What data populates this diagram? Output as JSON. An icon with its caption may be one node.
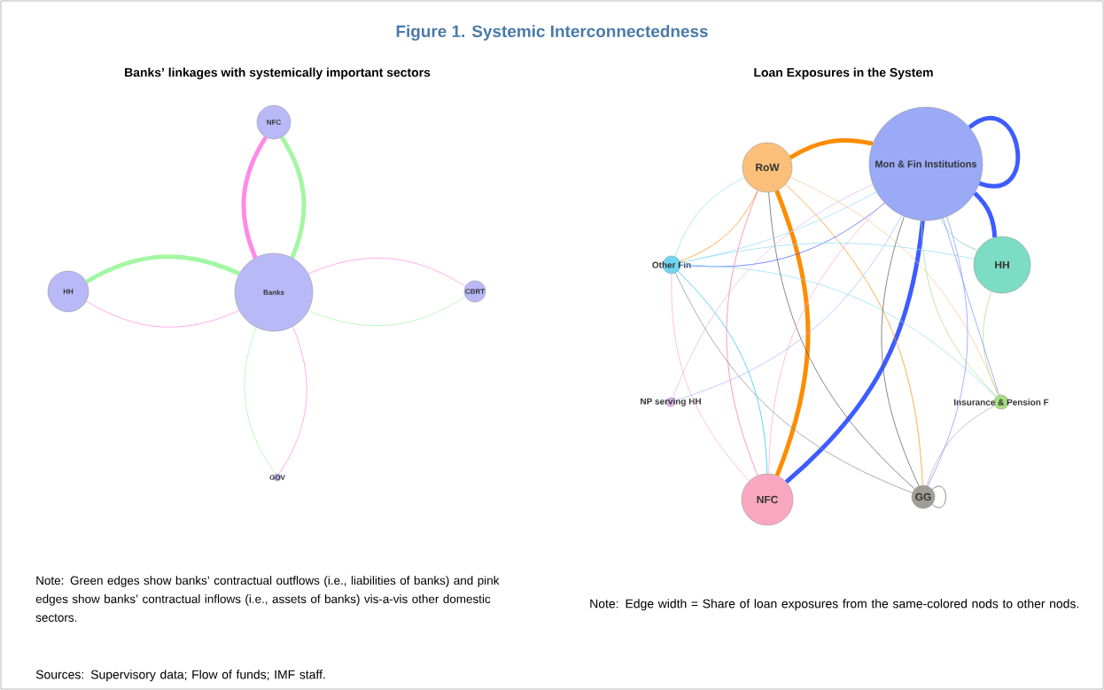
{
  "diagram": {
    "title": "Figure 1. Systemic Interconnectedness",
    "nodes": [
      {
        "text": [
          "NFC"
        ]
      },
      {
        "text": [
          "HH"
        ]
      },
      {
        "text": [
          "Banks"
        ]
      },
      {
        "text": [
          "CBRT"
        ]
      },
      {
        "text": [
          "GOV"
        ]
      },
      {
        "text": [
          "RoW"
        ]
      },
      {
        "text": [
          "Mon & Fin Institutions"
        ]
      },
      {
        "text": [
          "Other Fin"
        ]
      },
      {
        "text": [
          "HH"
        ]
      },
      {
        "text": [
          "NP serving HH"
        ]
      },
      {
        "text": [
          "Insurance & Pension F"
        ]
      },
      {
        "text": [
          "NFC"
        ]
      },
      {
        "text": [
          "GG"
        ]
      }
    ],
    "edges": [
      {
        "from": 2,
        "to": 0,
        "arrow": "none",
        "style": "thick",
        "color": "#ff8ae6"
      },
      {
        "from": 0,
        "to": 2,
        "arrow": "none",
        "style": "thick",
        "color": "#a3f7a3"
      },
      {
        "from": 1,
        "to": 2,
        "arrow": "none",
        "style": "thick",
        "color": "#a3f7a3"
      },
      {
        "from": 2,
        "to": 1,
        "arrow": "none",
        "color": "#ff8ae6"
      },
      {
        "from": 2,
        "to": 3,
        "arrow": "none",
        "color": "#ff8ae6"
      },
      {
        "from": 3,
        "to": 2,
        "arrow": "none",
        "color": "#a3f7a3"
      },
      {
        "from": 4,
        "to": 2,
        "arrow": "none",
        "color": "#a3f7a3"
      },
      {
        "from": 2,
        "to": 4,
        "arrow": "none",
        "color": "#ff8ae6"
      },
      {
        "from": 6,
        "to": 11,
        "arrow": "none",
        "style": "thick",
        "color": "#3d5cff"
      },
      {
        "from": 6,
        "to": 6,
        "arrow": "none",
        "style": "thick",
        "color": "#3d5cff"
      },
      {
        "from": 6,
        "to": 8,
        "arrow": "none",
        "style": "thick",
        "color": "#3d5cff"
      },
      {
        "from": 5,
        "to": 11,
        "arrow": "none",
        "style": "thick",
        "color": "#ff8c00"
      },
      {
        "from": 5,
        "to": 6,
        "arrow": "none",
        "style": "thick",
        "color": "#ff8c00"
      },
      {
        "from": 5,
        "to": 12,
        "arrow": "none",
        "color": "#ff8c00"
      },
      {
        "from": 6,
        "to": 7,
        "arrow": "none",
        "color": "#3d5cff"
      },
      {
        "from": 5,
        "to": 7,
        "arrow": "none",
        "color": "#ff8c00"
      },
      {
        "from": 7,
        "to": 11,
        "arrow": "none",
        "color": "#1fbff0"
      },
      {
        "from": 7,
        "to": 6,
        "arrow": "none",
        "color": "#8fdcf5"
      },
      {
        "from": 7,
        "to": 8,
        "arrow": "none",
        "color": "#8fdcf5"
      },
      {
        "from": 7,
        "to": 10,
        "arrow": "none",
        "color": "#8fdcf5"
      },
      {
        "from": 7,
        "to": 5,
        "arrow": "none",
        "color": "#8fdcf5"
      },
      {
        "from": 12,
        "to": 12,
        "arrow": "none",
        "color": "#555555"
      },
      {
        "from": 12,
        "to": 6,
        "arrow": "none",
        "color": "#555555"
      },
      {
        "from": 12,
        "to": 5,
        "arrow": "none",
        "color": "#555555"
      },
      {
        "from": 12,
        "to": 7,
        "arrow": "none",
        "color": "#888888"
      },
      {
        "from": 12,
        "to": 10,
        "arrow": "none",
        "color": "#aaaaaa"
      },
      {
        "from": 11,
        "to": 5,
        "arrow": "none",
        "color": "#ff6f9a"
      },
      {
        "from": 11,
        "to": 6,
        "arrow": "none",
        "color": "#ffa8c4"
      },
      {
        "from": 11,
        "to": 7,
        "arrow": "none",
        "color": "#ffa8c4"
      },
      {
        "from": 9,
        "to": 6,
        "arrow": "none",
        "color": "#dcb2f5"
      },
      {
        "from": 10,
        "to": 6,
        "arrow": "none",
        "color": "#a8dc80"
      },
      {
        "from": 10,
        "to": 8,
        "arrow": "none",
        "color": "#a8dc80"
      },
      {
        "from": 5,
        "to": 10,
        "arrow": "none",
        "color": "#ffc08a"
      },
      {
        "from": 6,
        "to": 10,
        "arrow": "none",
        "color": "#7b8fff"
      },
      {
        "from": 6,
        "to": 12,
        "arrow": "none",
        "color": "#7b8fff"
      },
      {
        "from": 8,
        "to": 6,
        "arrow": "none",
        "color": "#6fd0b0"
      },
      {
        "from": 6,
        "to": 9,
        "arrow": "none",
        "color": "#a8b6ff"
      }
    ],
    "labels": [
      "Banks’ linkages with systemically important sectors",
      "Loan Exposures in the System",
      "Note: Green edges show banks’ contractual outflows (i.e., liabilities of banks) and pink edges show banks’ contractual inflows (i.e., assets of banks) vis-a-vis other domestic sectors.",
      "Note: Edge width = Share of loan exposures from the same-colored nods to other nods.",
      "Sources: Supervisory data; Flow of funds; IMF staff."
    ]
  }
}
